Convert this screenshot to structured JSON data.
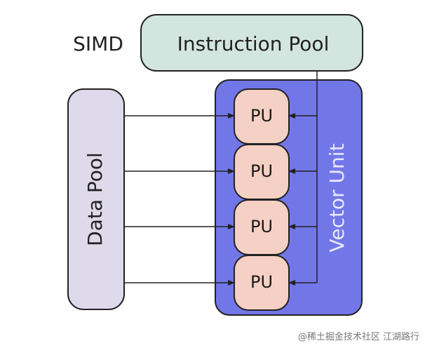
{
  "diagram": {
    "mode_label": "SIMD",
    "instruction_pool_label": "Instruction Pool",
    "data_pool_label": "Data Pool",
    "vector_unit_label": "Vector Unit",
    "processing_units": [
      {
        "label": "PU"
      },
      {
        "label": "PU"
      },
      {
        "label": "PU"
      },
      {
        "label": "PU"
      }
    ]
  },
  "watermark": {
    "text": "@稀土掘金技术社区 江湖路行"
  },
  "colors": {
    "instruction_pool_fill": "#d3e5df",
    "data_pool_fill": "#dedaeb",
    "vector_unit_fill": "#7277e8",
    "pu_fill": "#f5d0c4",
    "vector_unit_label": "#e8e9ff",
    "stroke": "#222222"
  }
}
